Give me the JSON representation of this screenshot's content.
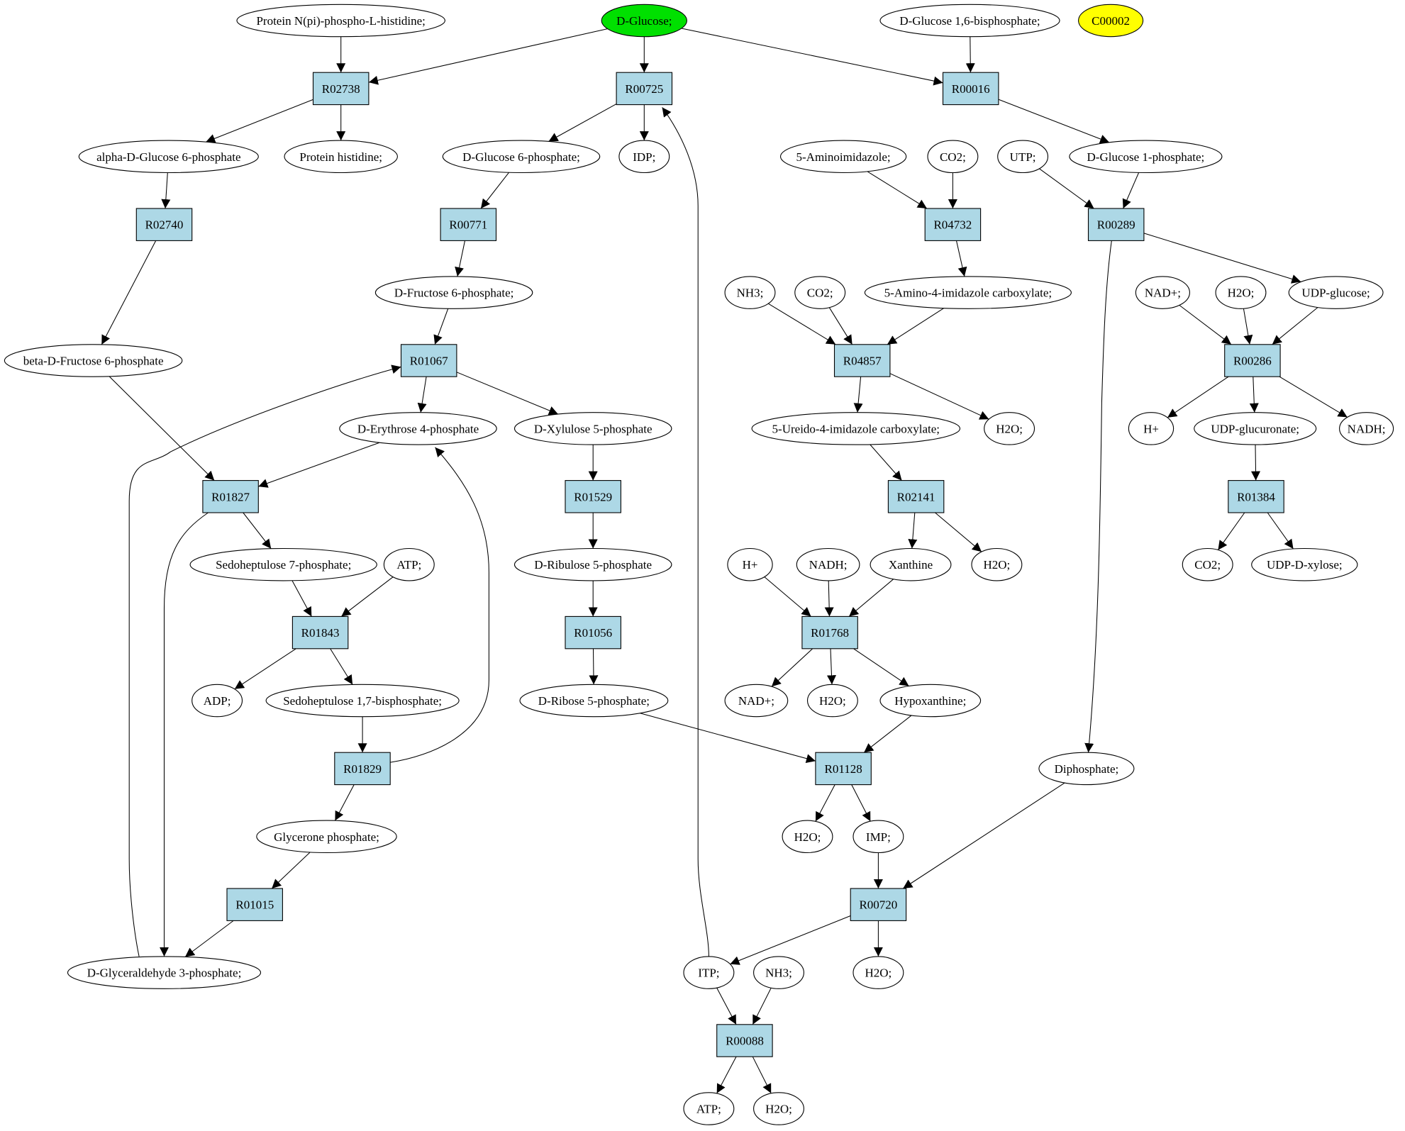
{
  "colors": {
    "reaction_fill": "#add8e6",
    "compound_fill": "#ffffff",
    "source_fill": "#00e000",
    "target_fill": "#ffff00",
    "stroke": "#000000",
    "background": "#ffffff"
  },
  "nodes": [
    {
      "id": "protein_nphos",
      "label": "Protein N(pi)-phospho-L-histidine;",
      "kind": "compound"
    },
    {
      "id": "d_glucose",
      "label": "D-Glucose;",
      "kind": "source"
    },
    {
      "id": "d_glc16bp",
      "label": "D-Glucose 1,6-bisphosphate;",
      "kind": "compound"
    },
    {
      "id": "c00002",
      "label": "C00002",
      "kind": "target"
    },
    {
      "id": "r02738",
      "label": "R02738",
      "kind": "reaction"
    },
    {
      "id": "r00725",
      "label": "R00725",
      "kind": "reaction"
    },
    {
      "id": "r00016",
      "label": "R00016",
      "kind": "reaction"
    },
    {
      "id": "alpha_g6p",
      "label": "alpha-D-Glucose 6-phosphate",
      "kind": "compound"
    },
    {
      "id": "protein_his",
      "label": "Protein histidine;",
      "kind": "compound"
    },
    {
      "id": "d_g6p",
      "label": "D-Glucose 6-phosphate;",
      "kind": "compound"
    },
    {
      "id": "idp",
      "label": "IDP;",
      "kind": "compound"
    },
    {
      "id": "aminoimidazole",
      "label": "5-Aminoimidazole;",
      "kind": "compound"
    },
    {
      "id": "co2_a",
      "label": "CO2;",
      "kind": "compound"
    },
    {
      "id": "utp",
      "label": "UTP;",
      "kind": "compound"
    },
    {
      "id": "d_g1p",
      "label": "D-Glucose 1-phosphate;",
      "kind": "compound"
    },
    {
      "id": "r02740",
      "label": "R02740",
      "kind": "reaction"
    },
    {
      "id": "r00771",
      "label": "R00771",
      "kind": "reaction"
    },
    {
      "id": "r04732",
      "label": "R04732",
      "kind": "reaction"
    },
    {
      "id": "r00289",
      "label": "R00289",
      "kind": "reaction"
    },
    {
      "id": "d_f6p",
      "label": "D-Fructose 6-phosphate;",
      "kind": "compound"
    },
    {
      "id": "nh3_a",
      "label": "NH3;",
      "kind": "compound"
    },
    {
      "id": "co2_b",
      "label": "CO2;",
      "kind": "compound"
    },
    {
      "id": "aica",
      "label": "5-Amino-4-imidazole carboxylate;",
      "kind": "compound"
    },
    {
      "id": "nadp_a",
      "label": "NAD+;",
      "kind": "compound"
    },
    {
      "id": "h2o_a",
      "label": "H2O;",
      "kind": "compound"
    },
    {
      "id": "udp_glc",
      "label": "UDP-glucose;",
      "kind": "compound"
    },
    {
      "id": "beta_f6p",
      "label": "beta-D-Fructose 6-phosphate",
      "kind": "compound"
    },
    {
      "id": "r01067",
      "label": "R01067",
      "kind": "reaction"
    },
    {
      "id": "r04857",
      "label": "R04857",
      "kind": "reaction"
    },
    {
      "id": "r00286",
      "label": "R00286",
      "kind": "reaction"
    },
    {
      "id": "d_e4p",
      "label": "D-Erythrose 4-phosphate",
      "kind": "compound"
    },
    {
      "id": "d_x5p",
      "label": "D-Xylulose 5-phosphate",
      "kind": "compound"
    },
    {
      "id": "ureido",
      "label": "5-Ureido-4-imidazole carboxylate;",
      "kind": "compound"
    },
    {
      "id": "h2o_b",
      "label": "H2O;",
      "kind": "compound"
    },
    {
      "id": "hp_a",
      "label": "H+",
      "kind": "compound"
    },
    {
      "id": "udp_glcur",
      "label": "UDP-glucuronate;",
      "kind": "compound"
    },
    {
      "id": "nadh_a",
      "label": "NADH;",
      "kind": "compound"
    },
    {
      "id": "r01827",
      "label": "R01827",
      "kind": "reaction"
    },
    {
      "id": "r01529",
      "label": "R01529",
      "kind": "reaction"
    },
    {
      "id": "r02141",
      "label": "R02141",
      "kind": "reaction"
    },
    {
      "id": "r01384",
      "label": "R01384",
      "kind": "reaction"
    },
    {
      "id": "s7p",
      "label": "Sedoheptulose 7-phosphate;",
      "kind": "compound"
    },
    {
      "id": "atp_a",
      "label": "ATP;",
      "kind": "compound"
    },
    {
      "id": "d_ru5p",
      "label": "D-Ribulose 5-phosphate",
      "kind": "compound"
    },
    {
      "id": "hp_b",
      "label": "H+",
      "kind": "compound"
    },
    {
      "id": "nadh_b",
      "label": "NADH;",
      "kind": "compound"
    },
    {
      "id": "xanthine",
      "label": "Xanthine",
      "kind": "compound"
    },
    {
      "id": "h2o_c",
      "label": "H2O;",
      "kind": "compound"
    },
    {
      "id": "co2_c",
      "label": "CO2;",
      "kind": "compound"
    },
    {
      "id": "udp_xyl",
      "label": "UDP-D-xylose;",
      "kind": "compound"
    },
    {
      "id": "r01843",
      "label": "R01843",
      "kind": "reaction"
    },
    {
      "id": "r01056",
      "label": "R01056",
      "kind": "reaction"
    },
    {
      "id": "r01768",
      "label": "R01768",
      "kind": "reaction"
    },
    {
      "id": "adp",
      "label": "ADP;",
      "kind": "compound"
    },
    {
      "id": "s17bp",
      "label": "Sedoheptulose 1,7-bisphosphate;",
      "kind": "compound"
    },
    {
      "id": "d_r5p",
      "label": "D-Ribose 5-phosphate;",
      "kind": "compound"
    },
    {
      "id": "nadp_b",
      "label": "NAD+;",
      "kind": "compound"
    },
    {
      "id": "h2o_d",
      "label": "H2O;",
      "kind": "compound"
    },
    {
      "id": "hypoxanthine",
      "label": "Hypoxanthine;",
      "kind": "compound"
    },
    {
      "id": "r01829",
      "label": "R01829",
      "kind": "reaction"
    },
    {
      "id": "r01128",
      "label": "R01128",
      "kind": "reaction"
    },
    {
      "id": "diphosphate",
      "label": "Diphosphate;",
      "kind": "compound"
    },
    {
      "id": "glycerone_p",
      "label": "Glycerone phosphate;",
      "kind": "compound"
    },
    {
      "id": "h2o_e",
      "label": "H2O;",
      "kind": "compound"
    },
    {
      "id": "imp",
      "label": "IMP;",
      "kind": "compound"
    },
    {
      "id": "r01015",
      "label": "R01015",
      "kind": "reaction"
    },
    {
      "id": "r00720",
      "label": "R00720",
      "kind": "reaction"
    },
    {
      "id": "d_ga3p",
      "label": "D-Glyceraldehyde 3-phosphate;",
      "kind": "compound"
    },
    {
      "id": "itp",
      "label": "ITP;",
      "kind": "compound"
    },
    {
      "id": "nh3_b",
      "label": "NH3;",
      "kind": "compound"
    },
    {
      "id": "h2o_f",
      "label": "H2O;",
      "kind": "compound"
    },
    {
      "id": "r00088",
      "label": "R00088",
      "kind": "reaction"
    },
    {
      "id": "atp_b",
      "label": "ATP;",
      "kind": "compound"
    },
    {
      "id": "h2o_g",
      "label": "H2O;",
      "kind": "compound"
    }
  ],
  "edges": [
    {
      "from": "protein_nphos",
      "to": "r02738"
    },
    {
      "from": "d_glucose",
      "to": "r02738"
    },
    {
      "from": "d_glucose",
      "to": "r00725"
    },
    {
      "from": "d_glucose",
      "to": "r00016"
    },
    {
      "from": "d_glc16bp",
      "to": "r00016"
    },
    {
      "from": "r02738",
      "to": "alpha_g6p"
    },
    {
      "from": "r02738",
      "to": "protein_his"
    },
    {
      "from": "r00725",
      "to": "d_g6p"
    },
    {
      "from": "r00725",
      "to": "idp"
    },
    {
      "from": "r00016",
      "to": "d_g1p"
    },
    {
      "from": "alpha_g6p",
      "to": "r02740"
    },
    {
      "from": "d_g6p",
      "to": "r00771"
    },
    {
      "from": "aminoimidazole",
      "to": "r04732"
    },
    {
      "from": "co2_a",
      "to": "r04732"
    },
    {
      "from": "utp",
      "to": "r00289"
    },
    {
      "from": "d_g1p",
      "to": "r00289"
    },
    {
      "from": "r02740",
      "to": "beta_f6p"
    },
    {
      "from": "r00771",
      "to": "d_f6p"
    },
    {
      "from": "r04732",
      "to": "aica"
    },
    {
      "from": "r00289",
      "to": "udp_glc"
    },
    {
      "from": "r00289",
      "to": "diphosphate"
    },
    {
      "from": "d_f6p",
      "to": "r01067"
    },
    {
      "from": "nh3_a",
      "to": "r04857"
    },
    {
      "from": "co2_b",
      "to": "r04857"
    },
    {
      "from": "aica",
      "to": "r04857"
    },
    {
      "from": "nadp_a",
      "to": "r00286"
    },
    {
      "from": "h2o_a",
      "to": "r00286"
    },
    {
      "from": "udp_glc",
      "to": "r00286"
    },
    {
      "from": "beta_f6p",
      "to": "r01827"
    },
    {
      "from": "d_ga3p",
      "to": "r01067"
    },
    {
      "from": "r01067",
      "to": "d_e4p"
    },
    {
      "from": "r01067",
      "to": "d_x5p"
    },
    {
      "from": "r04857",
      "to": "ureido"
    },
    {
      "from": "r04857",
      "to": "h2o_b"
    },
    {
      "from": "r00286",
      "to": "hp_a"
    },
    {
      "from": "r00286",
      "to": "udp_glcur"
    },
    {
      "from": "r00286",
      "to": "nadh_a"
    },
    {
      "from": "d_e4p",
      "to": "r01827"
    },
    {
      "from": "d_x5p",
      "to": "r01529"
    },
    {
      "from": "ureido",
      "to": "r02141"
    },
    {
      "from": "udp_glcur",
      "to": "r01384"
    },
    {
      "from": "r01827",
      "to": "s7p"
    },
    {
      "from": "r01827",
      "to": "d_ga3p"
    },
    {
      "from": "r01529",
      "to": "d_ru5p"
    },
    {
      "from": "r02141",
      "to": "xanthine"
    },
    {
      "from": "r02141",
      "to": "h2o_c"
    },
    {
      "from": "r01384",
      "to": "co2_c"
    },
    {
      "from": "r01384",
      "to": "udp_xyl"
    },
    {
      "from": "s7p",
      "to": "r01843"
    },
    {
      "from": "atp_a",
      "to": "r01843"
    },
    {
      "from": "d_ru5p",
      "to": "r01056"
    },
    {
      "from": "hp_b",
      "to": "r01768"
    },
    {
      "from": "nadh_b",
      "to": "r01768"
    },
    {
      "from": "xanthine",
      "to": "r01768"
    },
    {
      "from": "r01843",
      "to": "adp"
    },
    {
      "from": "r01843",
      "to": "s17bp"
    },
    {
      "from": "r01056",
      "to": "d_r5p"
    },
    {
      "from": "r01768",
      "to": "nadp_b"
    },
    {
      "from": "r01768",
      "to": "h2o_d"
    },
    {
      "from": "r01768",
      "to": "hypoxanthine"
    },
    {
      "from": "s17bp",
      "to": "r01829"
    },
    {
      "from": "r01829",
      "to": "d_e4p"
    },
    {
      "from": "r01829",
      "to": "glycerone_p"
    },
    {
      "from": "d_r5p",
      "to": "r01128"
    },
    {
      "from": "hypoxanthine",
      "to": "r01128"
    },
    {
      "from": "r01128",
      "to": "h2o_e"
    },
    {
      "from": "r01128",
      "to": "imp"
    },
    {
      "from": "glycerone_p",
      "to": "r01015"
    },
    {
      "from": "imp",
      "to": "r00720"
    },
    {
      "from": "diphosphate",
      "to": "r00720"
    },
    {
      "from": "r01015",
      "to": "d_ga3p"
    },
    {
      "from": "r00720",
      "to": "itp"
    },
    {
      "from": "r00720",
      "to": "h2o_f"
    },
    {
      "from": "itp",
      "to": "r00725"
    },
    {
      "from": "itp",
      "to": "r00088"
    },
    {
      "from": "nh3_b",
      "to": "r00088"
    },
    {
      "from": "r00088",
      "to": "atp_b"
    },
    {
      "from": "r00088",
      "to": "h2o_g"
    }
  ]
}
